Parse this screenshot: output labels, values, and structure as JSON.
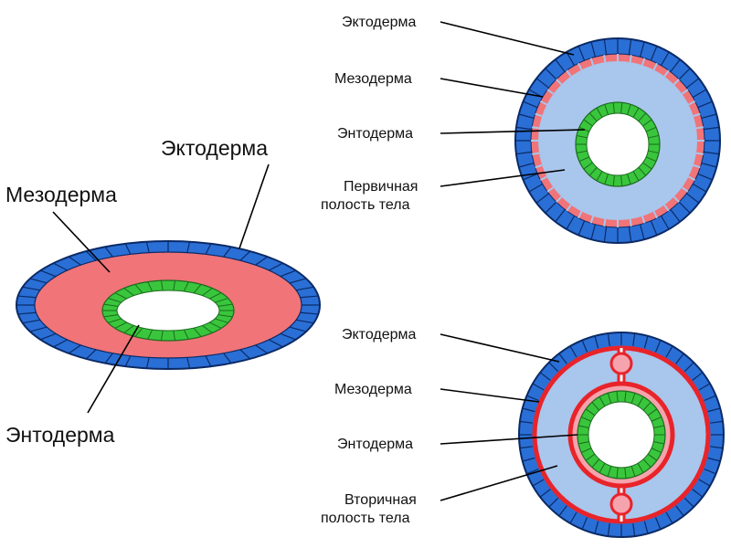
{
  "left_diagram": {
    "labels": {
      "ectoderm": "Эктодерма",
      "mesoderm": "Мезодерма",
      "endoderm": "Энтодерма"
    }
  },
  "top_right_diagram": {
    "labels": {
      "ectoderm": "Эктодерма",
      "mesoderm": "Мезодерма",
      "endoderm": "Энтодерма",
      "cavity_line1": "Первичная",
      "cavity_line2": "полость тела"
    }
  },
  "bottom_right_diagram": {
    "labels": {
      "ectoderm": "Эктодерма",
      "mesoderm": "Мезодерма",
      "endoderm": "Энтодерма",
      "cavity_line1": "Вторичная",
      "cavity_line2": "полость тела"
    }
  },
  "colors": {
    "ectoderm_blue": "#2a6fd6",
    "cell_border": "#0b2a66",
    "mesoderm_pink": "#f07478",
    "endoderm_green": "#39c63c",
    "cavity_light_blue": "#a9c6ec",
    "mesoderm_red": "#e8242a"
  }
}
